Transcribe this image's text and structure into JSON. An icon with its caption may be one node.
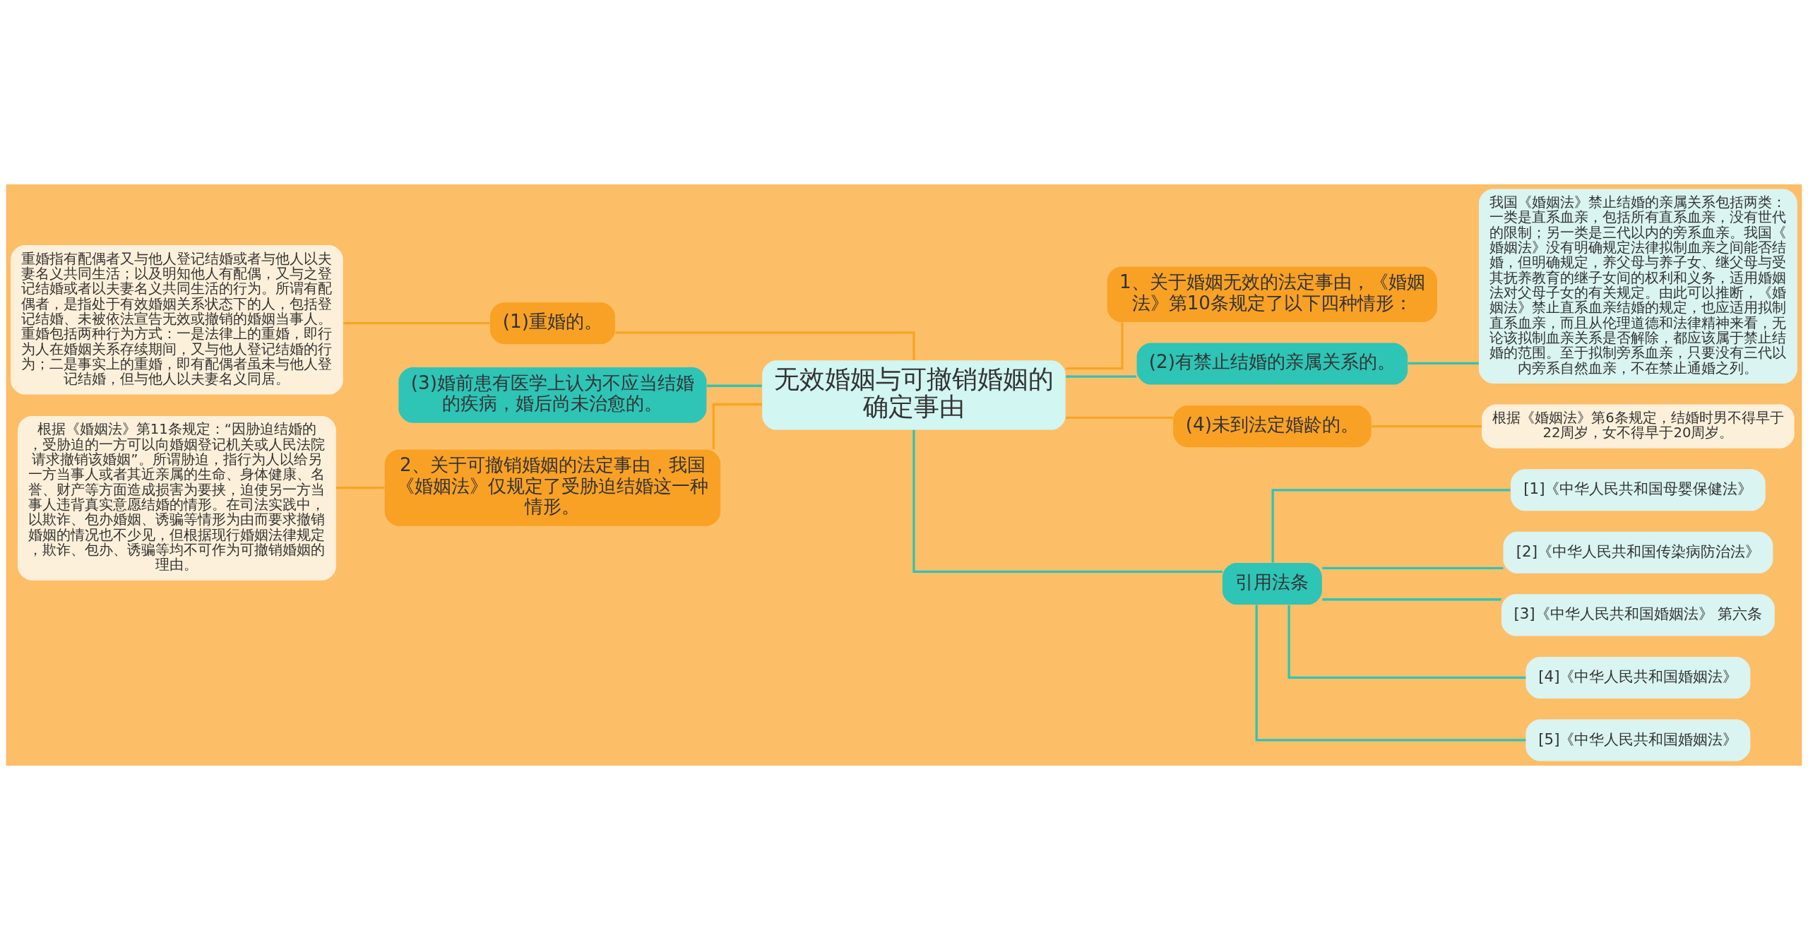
{
  "diagram": {
    "nodes": [
      {
        "text": [
          "无效婚姻与可撤销婚姻的确定事由"
        ]
      },
      {
        "text": [
          "(1)重婚的。"
        ]
      },
      {
        "text": [
          "重婚指有配偶者又与他人登记结婚或者与他人以夫妻名义共同生活；以及明知他人有配偶，又与之登记结婚或者以夫妻名义共同生活的行为。所谓有配偶者，是指处于有效婚姻关系状态下的人，包括登记结婚、未被依法宣告无效或撤销的婚姻当事人。重婚包括两种行为方式：一是法律上的重婚，即行为人在婚姻关系存续期间，又与他人登记结婚的行为；二是事实上的重婚，即有配偶者虽未与他人登记结婚，但与他人以夫妻名义同居。"
        ]
      },
      {
        "text": [
          "(3)婚前患有医学上认为不应当结婚的疾病，婚后尚未治愈的。"
        ]
      },
      {
        "text": [
          "2、关于可撤销婚姻的法定事由，我国《婚姻法》仅规定了受胁迫结婚这一种情形。"
        ]
      },
      {
        "text": [
          "根据《婚姻法》第11条规定：“因胁迫结婚的，受胁迫的一方可以向婚姻登记机关或人民法院请求撤销该婚姻”。所谓胁迫，指行为人以给另一方当事人或者其近亲属的生命、身体健康、名誉、财产等方面造成损害为要挟，迫使另一方当事人违背真实意愿结婚的情形。在司法实践中，以欺诈、包办婚姻、诱骗等情形为由而要求撤销婚姻的情况也不少见，但根据现行婚姻法律规定，欺诈、包办、诱骗等均不可作为可撤销婚姻的理由。"
        ]
      },
      {
        "text": [
          "1、关于婚姻无效的法定事由，《婚姻法》第10条规定了以下四种情形："
        ]
      },
      {
        "text": [
          "(2)有禁止结婚的亲属关系的。"
        ]
      },
      {
        "text": [
          "我国《婚姻法》禁止结婚的亲属关系包括两类：一类是直系血亲，包括所有直系血亲，没有世代的限制；另一类是三代以内的旁系血亲。我国《婚姻法》没有明确规定法律拟制血亲之间能否结婚，但明确规定，养父母与养子女、继父母与受其抚养教育的继子女间的权利和义务，适用婚姻法对父母子女的有关规定。由此可以推断，《婚姻法》禁止直系血亲结婚的规定，也应适用拟制直系血亲，而且从伦理道德和法律精神来看，无论该拟制血亲关系是否解除，都应该属于禁止结婚的范围。至于拟制旁系血亲，只要没有三代以内旁系自然血亲，不在禁止通婚之列。"
        ]
      },
      {
        "text": [
          "(4)未到法定婚龄的。"
        ]
      },
      {
        "text": [
          "根据《婚姻法》第6条规定，结婚时男不得早于22周岁，女不得早于20周岁。"
        ]
      },
      {
        "text": [
          "引用法条"
        ]
      },
      {
        "text": [
          "[1]《中华人民共和国母婴保健法》"
        ]
      },
      {
        "text": [
          "[2]《中华人民共和国传染病防治法》"
        ]
      },
      {
        "text": [
          "[3]《中华人民共和国婚姻法》 第六条"
        ]
      },
      {
        "text": [
          "[4]《中华人民共和国婚姻法》"
        ]
      },
      {
        "text": [
          "[5]《中华人民共和国婚姻法》"
        ]
      }
    ],
    "edges": [
      {
        "from": 0,
        "to": 1,
        "arrow": "none",
        "color": "#f5a623"
      },
      {
        "from": 1,
        "to": 2,
        "arrow": "none",
        "color": "#f5a623"
      },
      {
        "from": 0,
        "to": 3,
        "arrow": "none"
      },
      {
        "from": 0,
        "to": 4,
        "arrow": "none",
        "color": "#f5a623"
      },
      {
        "from": 4,
        "to": 5,
        "arrow": "none",
        "color": "#f5a623"
      },
      {
        "from": 0,
        "to": 6,
        "arrow": "none",
        "color": "#f5a623"
      },
      {
        "from": 0,
        "to": 7,
        "arrow": "none"
      },
      {
        "from": 7,
        "to": 8,
        "arrow": "none"
      },
      {
        "from": 0,
        "to": 9,
        "arrow": "none",
        "color": "#f5a623"
      },
      {
        "from": 9,
        "to": 10,
        "arrow": "none",
        "color": "#f5a623"
      },
      {
        "from": 0,
        "to": 11,
        "arrow": "none"
      },
      {
        "from": 11,
        "to": 12,
        "arrow": "none"
      },
      {
        "from": 11,
        "to": 13,
        "arrow": "none"
      },
      {
        "from": 11,
        "to": 14,
        "arrow": "none"
      },
      {
        "from": 11,
        "to": 15,
        "arrow": "none"
      },
      {
        "from": 11,
        "to": 16,
        "arrow": "none"
      }
    ]
  }
}
